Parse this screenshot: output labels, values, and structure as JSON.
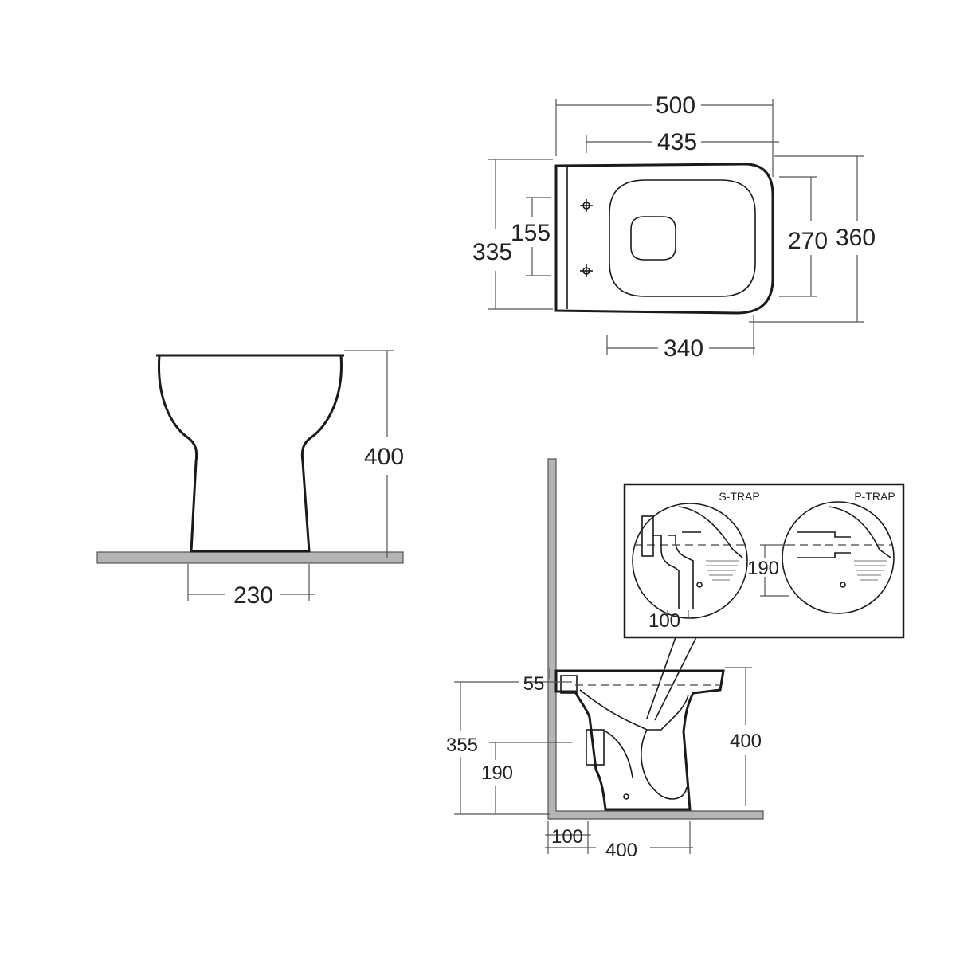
{
  "plan_view": {
    "overall_length": "500",
    "seat_length": "435",
    "fixing_length": "340",
    "overall_width_left": "335",
    "fixing_centres": "155",
    "bowl_width": "270",
    "overall_width_right": "360"
  },
  "front_view": {
    "height": "400",
    "base_width": "230"
  },
  "side_view": {
    "inlet_offset": "55",
    "inlet_height": "355",
    "outlet_height": "190",
    "pan_height": "400",
    "wall_to_outlet": "100",
    "projection": "400"
  },
  "inset": {
    "s_trap_label": "S-TRAP",
    "p_trap_label": "P-TRAP",
    "outlet_centre_height": "190",
    "outlet_distance": "100"
  }
}
